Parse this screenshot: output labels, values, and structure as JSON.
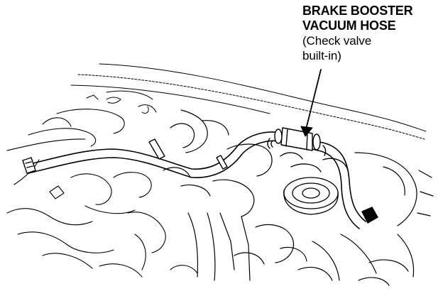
{
  "callout": {
    "title_line1": "BRAKE BOOSTER",
    "title_line2": "VACUUM HOSE",
    "note_line1": "(Check valve",
    "note_line2": "built-in)"
  },
  "colors": {
    "ink": "#000000",
    "paper": "#ffffff"
  }
}
